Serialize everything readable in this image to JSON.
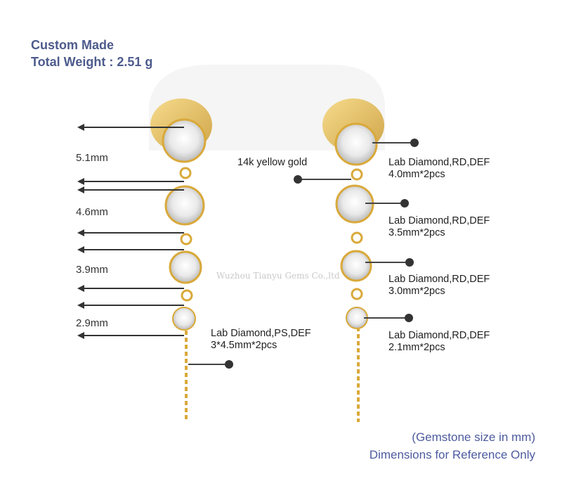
{
  "header": {
    "title": "Custom Made",
    "weight": "Total Weight : 2.51 g"
  },
  "dimensions": [
    "5.1mm",
    "4.6mm",
    "3.9mm",
    "2.9mm"
  ],
  "metal": "14k yellow gold",
  "stones": [
    {
      "line1": "Lab Diamond,RD,DEF",
      "line2": "4.0mm*2pcs"
    },
    {
      "line1": "Lab Diamond,RD,DEF",
      "line2": "3.5mm*2pcs"
    },
    {
      "line1": "Lab Diamond,RD,DEF",
      "line2": "3.0mm*2pcs"
    },
    {
      "line1": "Lab Diamond,RD,DEF",
      "line2": "2.1mm*2pcs"
    }
  ],
  "pear_stone": {
    "line1": "Lab Diamond,PS,DEF",
    "line2": "3*4.5mm*2pcs"
  },
  "watermark": "Wuzhou Tianyu Gems Co.,ltd",
  "footer": {
    "note1": "(Gemstone size in mm)",
    "note2": "Dimensions for Reference Only"
  },
  "colors": {
    "title": "#4d5b8c",
    "gold": "#e2b43c",
    "line": "#333333"
  }
}
